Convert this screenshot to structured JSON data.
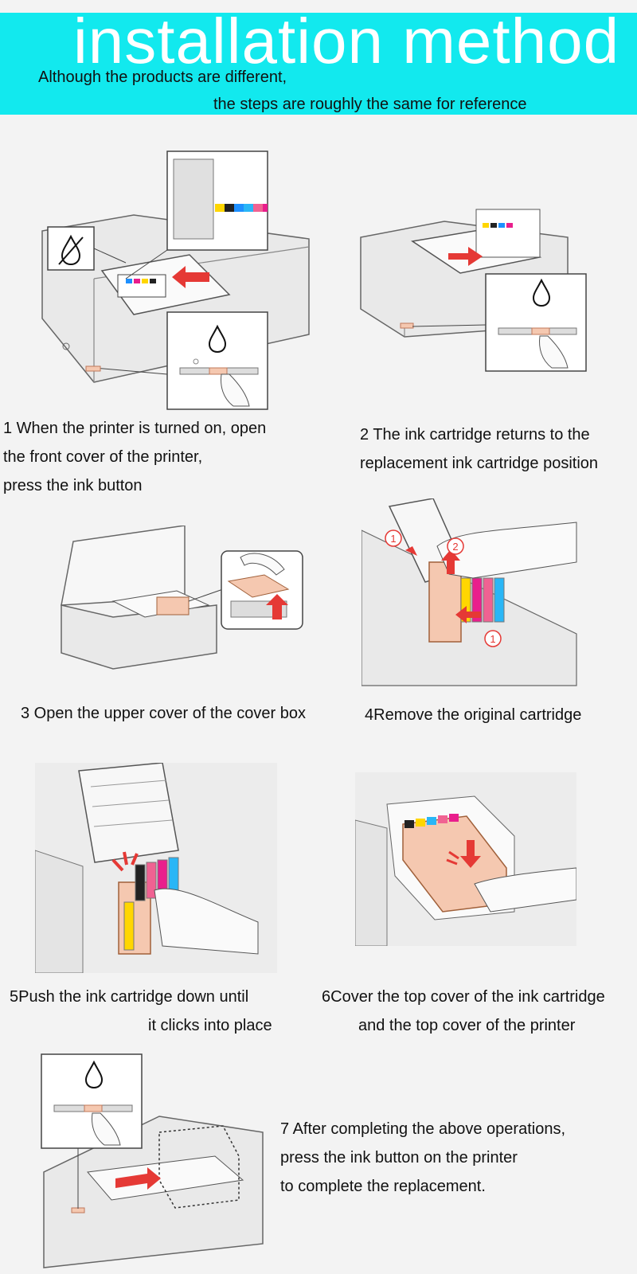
{
  "header": {
    "title": "installation method",
    "subtitle_line1": "Although the products are different,",
    "subtitle_line2": "the steps are roughly the same for reference"
  },
  "colors": {
    "banner": "#12e9ee",
    "arrow": "#e53935",
    "cartridge": "#f5c8b0",
    "background": "#f3f3f3"
  },
  "steps": [
    {
      "lines": [
        "1 When the printer is turned on, open",
        "the front cover of the printer,",
        " press the ink button"
      ]
    },
    {
      "lines": [
        "2 The ink cartridge returns to the",
        " replacement ink cartridge position"
      ]
    },
    {
      "lines": [
        "3 Open the upper cover of the cover box"
      ]
    },
    {
      "lines": [
        "4Remove the original cartridge"
      ]
    },
    {
      "lines": [
        "5Push the ink cartridge down until",
        "it clicks into place"
      ]
    },
    {
      "lines": [
        "6Cover the top cover of the ink cartridge",
        "and the top cover of the printer"
      ]
    },
    {
      "lines": [
        "7 After completing the above operations,",
        "press the ink button on the printer",
        " to complete the replacement."
      ]
    }
  ],
  "markers": {
    "one": "1",
    "two": "2"
  },
  "icons": [
    "ink-drop-icon",
    "no-ink-icon",
    "power-icon",
    "arrow-icon"
  ]
}
